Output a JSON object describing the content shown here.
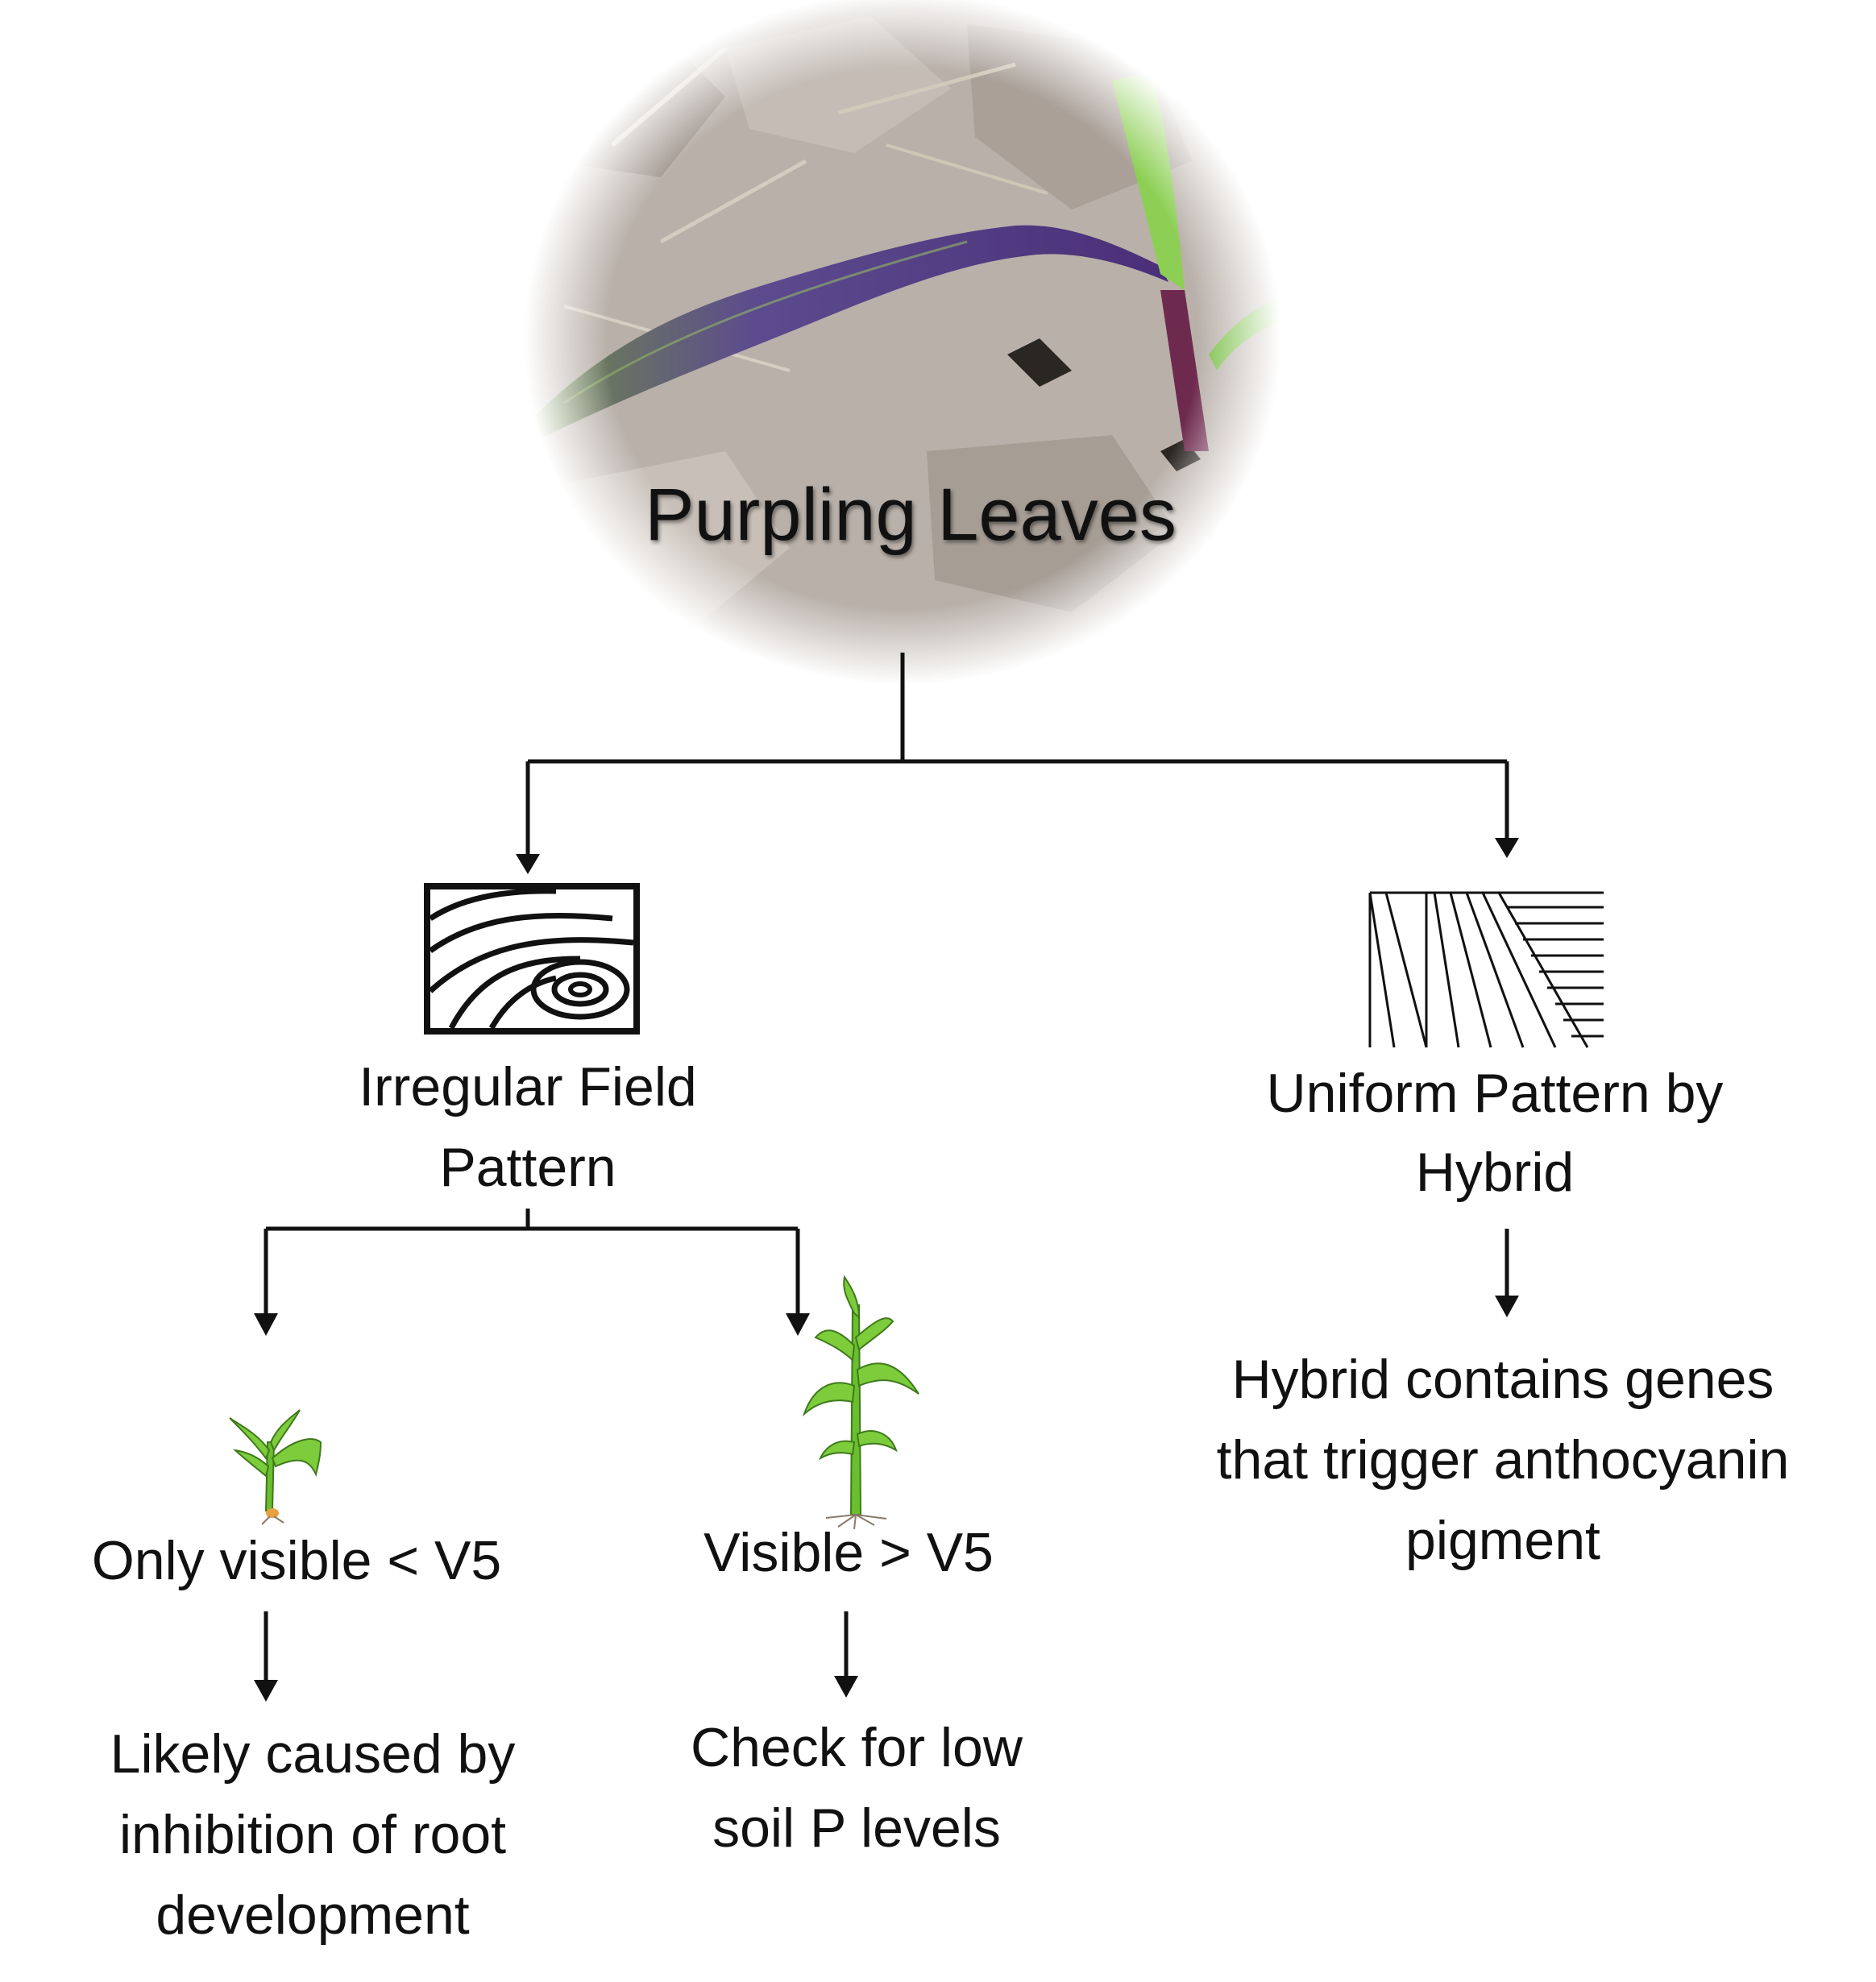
{
  "root": {
    "label": "Purpling Leaves"
  },
  "branches": [
    {
      "label_line1": "Irregular Field",
      "label_line2": "Pattern",
      "icon": "irregular-contour-pattern-icon",
      "children": [
        {
          "condition": "Only visible < V5",
          "icon": "small-corn-seedling-icon",
          "result_lines": [
            "Likely caused by",
            "inhibition of root",
            "development"
          ]
        },
        {
          "condition": "Visible > V5",
          "icon": "tall-corn-plant-icon",
          "result_lines": [
            "Check for low",
            "soil P levels"
          ]
        }
      ]
    },
    {
      "label_line1": "Uniform Pattern by",
      "label_line2": "Hybrid",
      "icon": "uniform-row-pattern-icon",
      "result_lines": [
        "Hybrid contains genes",
        "that trigger anthocyanin",
        "pigment"
      ]
    }
  ],
  "colors": {
    "line": "#111111",
    "leaf_green": "#6abf2e",
    "leaf_purple": "#5a3a86",
    "soil": "#b7ada6"
  }
}
